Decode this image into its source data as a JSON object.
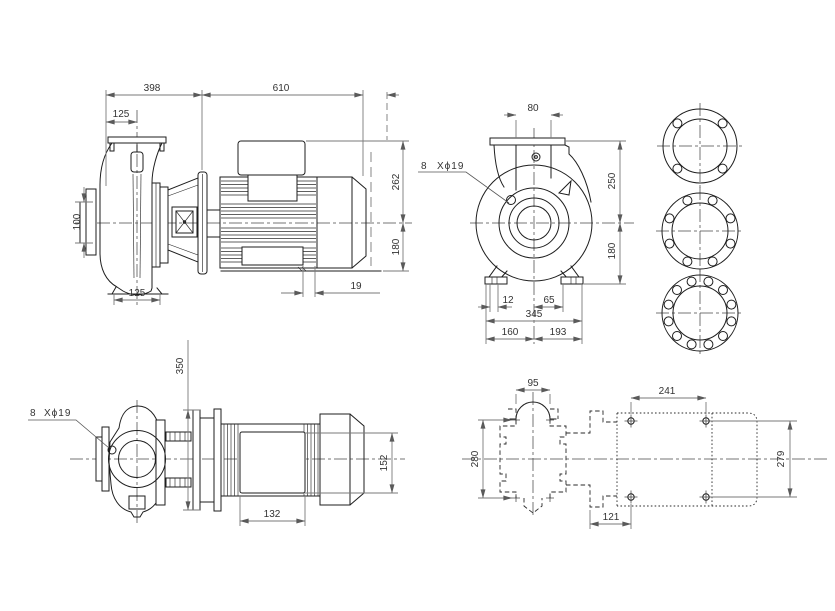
{
  "colors": {
    "background": "#ffffff",
    "geometry_line": "#1e1e1e",
    "dimension_line": "#7a7a7a",
    "text": "#333333"
  },
  "dims": {
    "side": {
      "pump_length": "398",
      "motor_length": "610",
      "flange_to_axis": "125",
      "suction_face": "100",
      "foot_width": "125",
      "base_slot": "19",
      "height_above": "262",
      "height_below": "180"
    },
    "front": {
      "port_bore": "80",
      "bolt_count": "8",
      "bolt_spec": "Xϕ19",
      "height_above": "250",
      "height_below": "180",
      "slot_offset": "12",
      "foot_offset": "65",
      "feet_span": "345",
      "axis_left": "160",
      "axis_right": "193"
    },
    "top": {
      "bolt_count": "8",
      "bolt_spec": "Xϕ19",
      "flange_height": "350",
      "box_width": "152",
      "box_length": "132"
    },
    "plan": {
      "port_od": "95",
      "bolt_pitch": "241",
      "width_front": "280",
      "width_rear": "279",
      "bolt_offset": "121"
    }
  },
  "flanges": {
    "top_hole_count": 4,
    "middle_hole_count": 8,
    "bottom_hole_count": 12
  }
}
